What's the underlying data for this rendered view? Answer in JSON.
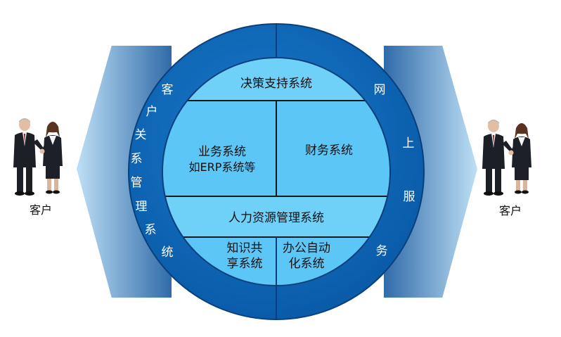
{
  "diagram": {
    "left_client_label": "客户",
    "right_client_label": "客户",
    "ring_left_chars": [
      "客",
      "户",
      "关",
      "系",
      "管",
      "理",
      "系",
      "统"
    ],
    "ring_right_chars": [
      "网",
      "上",
      "服",
      "务"
    ],
    "modules": {
      "decision": "决策支持系统",
      "business_line1": "业务系统",
      "business_line2": "如ERP系统等",
      "finance": "财务系统",
      "hr": "人力资源管理系统",
      "knowledge_line1": "知识共",
      "knowledge_line2": "享系统",
      "office_line1": "办公自动",
      "office_line2": "化系统"
    }
  },
  "colors": {
    "ring_blue": "#0a62b5",
    "inner_light": "#5cc7f6",
    "arrow_dark": "#2f6aa8",
    "arrow_light": "#bfe0f6"
  }
}
